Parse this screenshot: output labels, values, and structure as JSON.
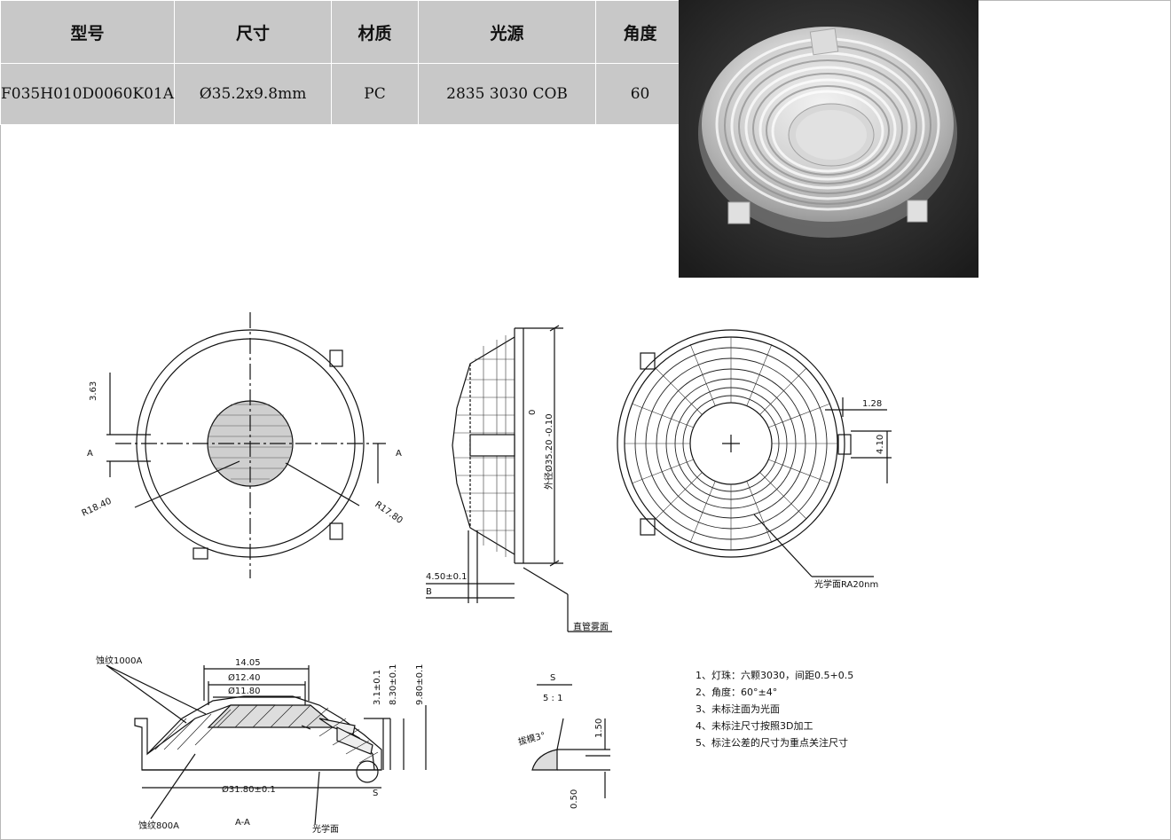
{
  "table": {
    "headers": [
      "型号",
      "尺寸",
      "材质",
      "光源",
      "角度"
    ],
    "row": [
      "F035H010D0060K01A",
      "Ø35.2x9.8mm",
      "PC",
      "2835 3030 COB",
      "60"
    ]
  },
  "drawing": {
    "front": {
      "dim_363": "3.63",
      "label_a_left": "A",
      "label_a_right": "A",
      "r_left": "R18.40",
      "r_right": "R17.80"
    },
    "side": {
      "dim_outer": "外径Ø35.20 -0.10",
      "dim_zero": "0",
      "dim_450": "4.50±0.1",
      "label_b": "B",
      "matte": "直管雾面"
    },
    "back": {
      "dim_128": "1.28",
      "dim_410": "4.10",
      "optical": "光学面RA20nm"
    },
    "section": {
      "etch_1000": "蚀纹1000A",
      "dim_1405": "14.05",
      "dim_1240": "Ø12.40",
      "dim_1180": "Ø11.80",
      "dim_31": "3.1±0.1",
      "dim_83": "8.30±0.1",
      "dim_98": "9.80±0.1",
      "dim_3180": "Ø31.80±0.1",
      "label_s": "S",
      "title": "A-A",
      "etch_800": "蚀纹800A",
      "optical": "光学面"
    },
    "detail": {
      "title_s": "S",
      "scale": "5 : 1",
      "draft": "拔模3°",
      "dim_150": "1.50",
      "dim_050": "0.50"
    },
    "notes": [
      "1、灯珠：六颗3030，间距0.5+0.5",
      "2、角度：60°±4°",
      "3、未标注面为光面",
      "4、未标注尺寸按照3D加工",
      "5、标注公差的尺寸为重点关注尺寸"
    ]
  }
}
